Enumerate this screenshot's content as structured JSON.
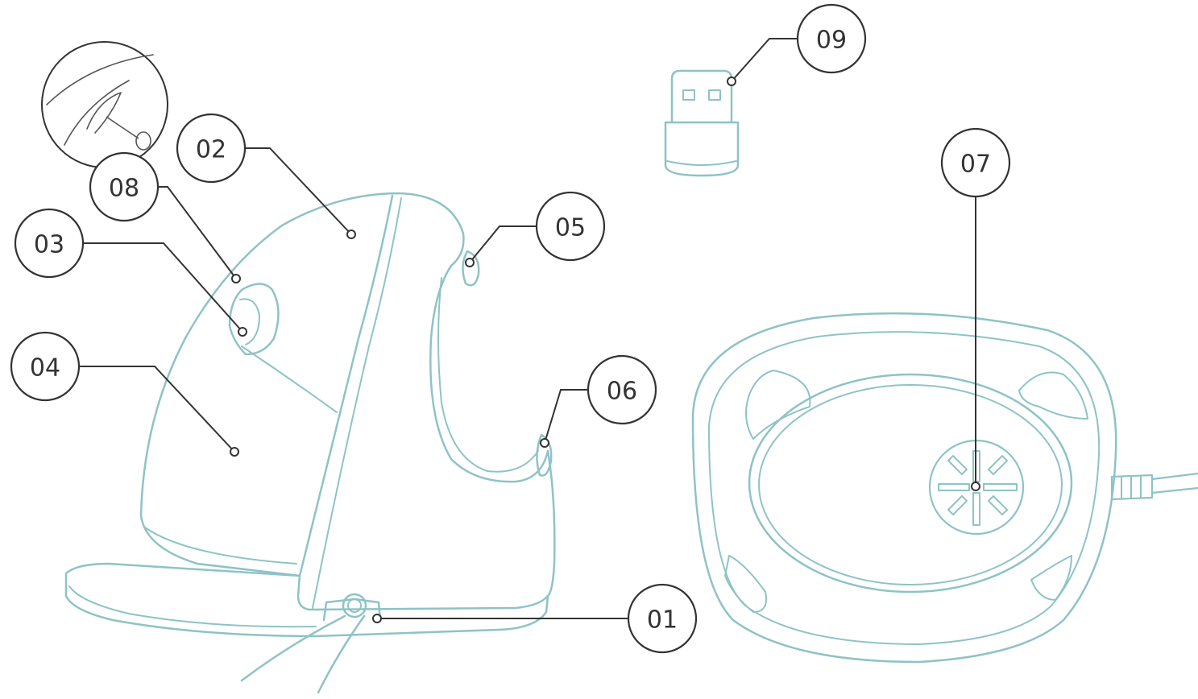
{
  "colors": {
    "outline": "#8ec3c6",
    "outline_dark": "#6fa8ab",
    "callout": "#333333"
  },
  "callouts": [
    {
      "id": "01",
      "label": "01"
    },
    {
      "id": "02",
      "label": "02"
    },
    {
      "id": "03",
      "label": "03"
    },
    {
      "id": "04",
      "label": "04"
    },
    {
      "id": "05",
      "label": "05"
    },
    {
      "id": "06",
      "label": "06"
    },
    {
      "id": "07",
      "label": "07"
    },
    {
      "id": "08",
      "label": "08"
    },
    {
      "id": "09",
      "label": "09"
    }
  ]
}
